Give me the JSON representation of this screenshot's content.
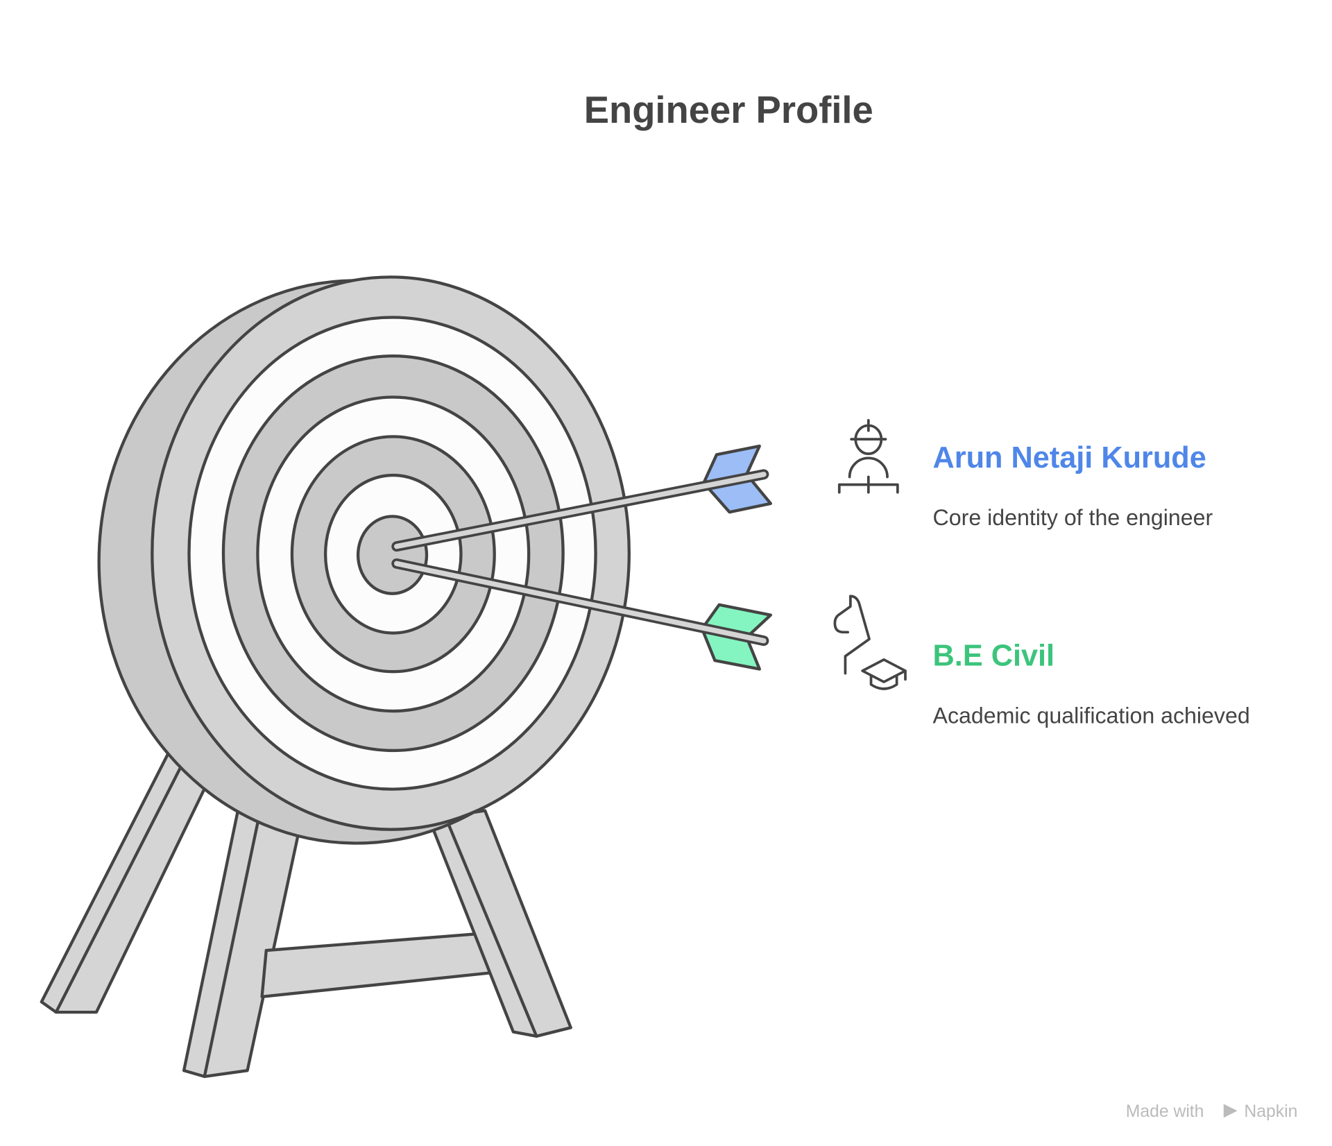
{
  "title": "Engineer Profile",
  "items": [
    {
      "title": "Arun Netaji Kurude",
      "description": "Core identity of the engineer",
      "icon": "engineer-icon",
      "color": "#4f86e8",
      "fletch_color": "#9cbdf6"
    },
    {
      "title": "B.E Civil",
      "description": "Academic qualification achieved",
      "icon": "graduate-icon",
      "color": "#3cc47c",
      "fletch_color": "#84f5c0"
    }
  ],
  "footer": {
    "made_with": "Made with",
    "brand": "Napkin"
  }
}
